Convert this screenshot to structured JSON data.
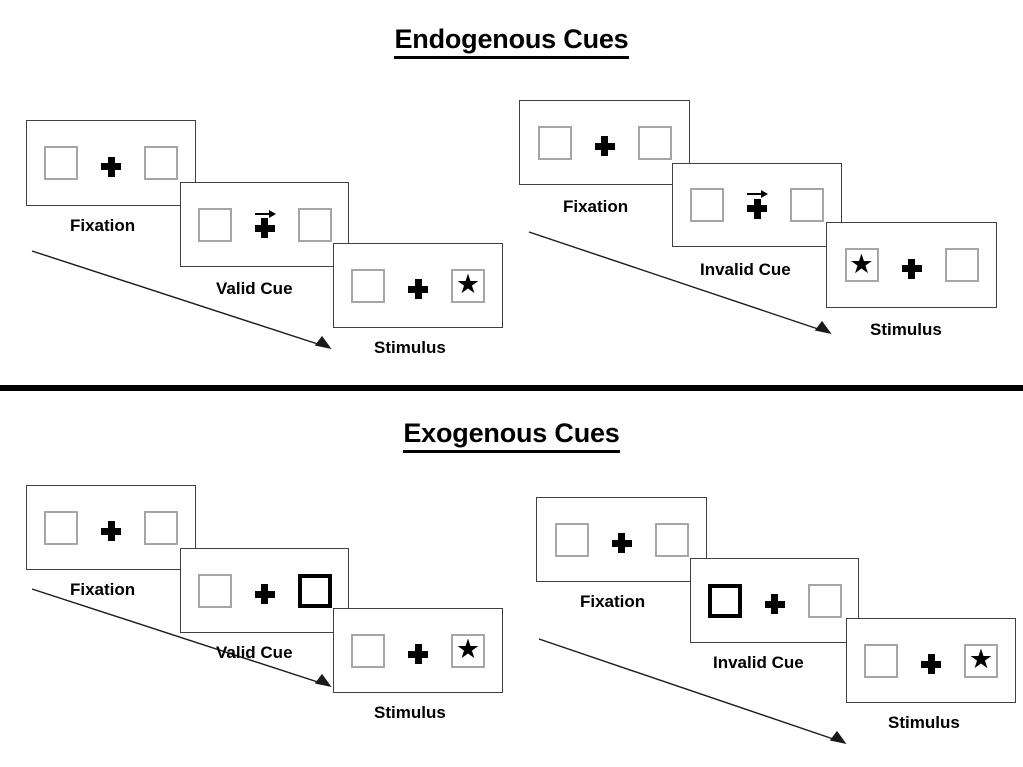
{
  "sections": [
    {
      "id": "endogenous",
      "title": "Endogenous Cues",
      "sequences": [
        {
          "id": "endogenous-valid",
          "frames": [
            {
              "caption": "Fixation",
              "cue": "none",
              "cue_side": "none",
              "stimulus_side": "none"
            },
            {
              "caption": "Valid Cue",
              "cue": "arrow",
              "cue_side": "right",
              "stimulus_side": "none"
            },
            {
              "caption": "Stimulus",
              "cue": "none",
              "cue_side": "none",
              "stimulus_side": "right"
            }
          ]
        },
        {
          "id": "endogenous-invalid",
          "frames": [
            {
              "caption": "Fixation",
              "cue": "none",
              "cue_side": "none",
              "stimulus_side": "none"
            },
            {
              "caption": "Invalid Cue",
              "cue": "arrow",
              "cue_side": "right",
              "stimulus_side": "none"
            },
            {
              "caption": "Stimulus",
              "cue": "none",
              "cue_side": "none",
              "stimulus_side": "left"
            }
          ]
        }
      ]
    },
    {
      "id": "exogenous",
      "title": "Exogenous Cues",
      "sequences": [
        {
          "id": "exogenous-valid",
          "frames": [
            {
              "caption": "Fixation",
              "cue": "none",
              "cue_side": "none",
              "stimulus_side": "none"
            },
            {
              "caption": "Valid Cue",
              "cue": "box-flash",
              "cue_side": "right",
              "stimulus_side": "none"
            },
            {
              "caption": "Stimulus",
              "cue": "none",
              "cue_side": "none",
              "stimulus_side": "right"
            }
          ]
        },
        {
          "id": "exogenous-invalid",
          "frames": [
            {
              "caption": "Fixation",
              "cue": "none",
              "cue_side": "none",
              "stimulus_side": "none"
            },
            {
              "caption": "Invalid Cue",
              "cue": "box-flash",
              "cue_side": "left",
              "stimulus_side": "none"
            },
            {
              "caption": "Stimulus",
              "cue": "none",
              "cue_side": "none",
              "stimulus_side": "right"
            }
          ]
        }
      ]
    }
  ],
  "glyphs": {
    "star": "★",
    "fixation_cross": "plus-cross-icon",
    "cue_arrow": "arrow-right-icon"
  },
  "colors": {
    "panel_border": "#3f3f3f",
    "box_border": "#a6a6a6",
    "cued_box_border": "#000000",
    "stimulus": "#000000",
    "divider": "#000000",
    "text": "#000000"
  }
}
